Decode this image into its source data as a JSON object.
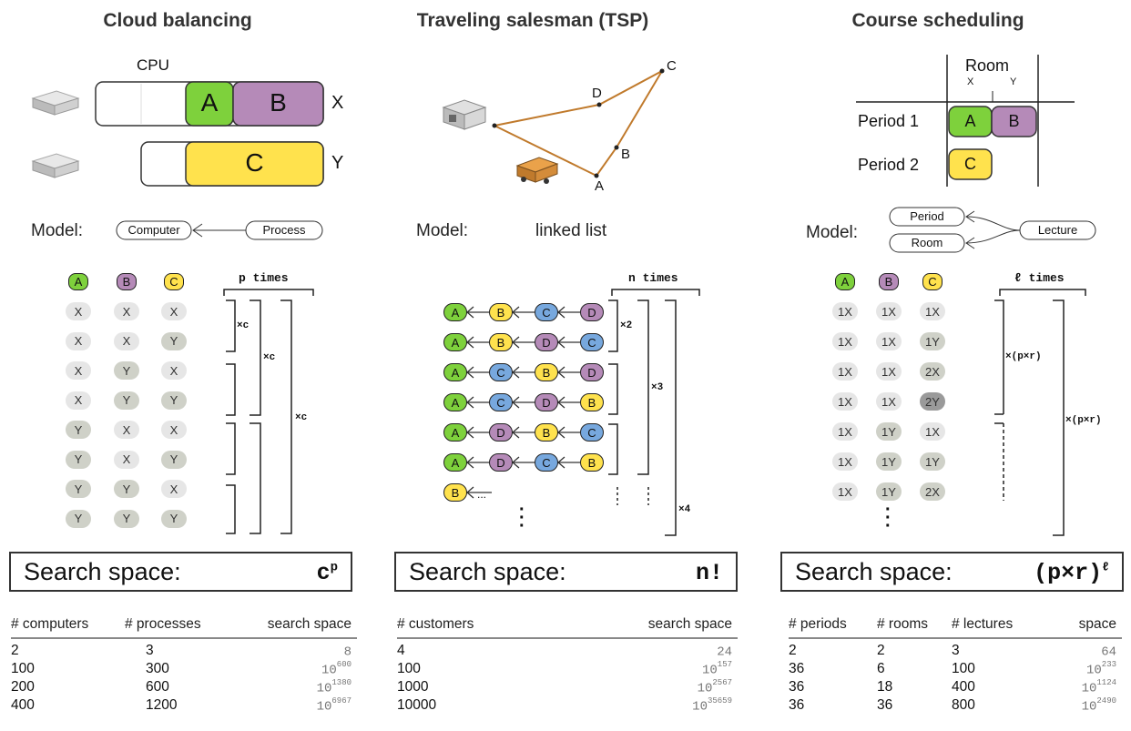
{
  "panels": [
    {
      "title": "Cloud balancing",
      "model_label": "Model:",
      "model_nodes": [
        "Computer",
        "Process"
      ],
      "header_chips": [
        "A",
        "B",
        "C"
      ],
      "rows": [
        [
          "X",
          "X",
          "X"
        ],
        [
          "X",
          "X",
          "Y"
        ],
        [
          "X",
          "Y",
          "X"
        ],
        [
          "X",
          "Y",
          "Y"
        ],
        [
          "Y",
          "X",
          "X"
        ],
        [
          "Y",
          "X",
          "Y"
        ],
        [
          "Y",
          "Y",
          "X"
        ],
        [
          "Y",
          "Y",
          "Y"
        ]
      ],
      "times_label": "p times",
      "bracket_labels": [
        "×c",
        "×c",
        "×c"
      ],
      "search_label": "Search space:",
      "search_formula_base": "c",
      "search_formula_exp": "p",
      "table": {
        "headers": [
          "# computers",
          "# processes",
          "search space"
        ],
        "rows": [
          [
            "2",
            "3",
            "8",
            ""
          ],
          [
            "100",
            "300",
            "10",
            "600"
          ],
          [
            "200",
            "600",
            "10",
            "1380"
          ],
          [
            "400",
            "1200",
            "10",
            "6967"
          ]
        ]
      },
      "diagram": {
        "cpu_label": "CPU",
        "rows": [
          {
            "name": "X",
            "processes": [
              "A",
              "B"
            ]
          },
          {
            "name": "Y",
            "processes": [
              "C"
            ]
          }
        ]
      }
    },
    {
      "title": "Traveling salesman (TSP)",
      "model_label": "Model:",
      "model_text": "linked list",
      "chains": [
        [
          "A",
          "B",
          "C",
          "D"
        ],
        [
          "A",
          "B",
          "D",
          "C"
        ],
        [
          "A",
          "C",
          "B",
          "D"
        ],
        [
          "A",
          "C",
          "D",
          "B"
        ],
        [
          "A",
          "D",
          "B",
          "C"
        ],
        [
          "A",
          "D",
          "C",
          "B"
        ]
      ],
      "partial_chain": "B",
      "ellipsis": "...",
      "times_label": "n times",
      "bracket_labels": [
        "×2",
        "×3",
        "×4"
      ],
      "search_label": "Search space:",
      "search_formula": "n!",
      "table": {
        "headers": [
          "# customers",
          "search space"
        ],
        "rows": [
          [
            "4",
            "24",
            ""
          ],
          [
            "100",
            "10",
            "157"
          ],
          [
            "1000",
            "10",
            "2567"
          ],
          [
            "10000",
            "10",
            "35659"
          ]
        ]
      },
      "diagram": {
        "points": [
          "A",
          "B",
          "C",
          "D"
        ]
      }
    },
    {
      "title": "Course scheduling",
      "model_label": "Model:",
      "model_nodes": [
        "Period",
        "Room",
        "Lecture"
      ],
      "header_chips": [
        "A",
        "B",
        "C"
      ],
      "rows": [
        [
          "1X",
          "1X",
          "1X"
        ],
        [
          "1X",
          "1X",
          "1Y"
        ],
        [
          "1X",
          "1X",
          "2X"
        ],
        [
          "1X",
          "1X",
          "2Y"
        ],
        [
          "1X",
          "1Y",
          "1X"
        ],
        [
          "1X",
          "1Y",
          "1Y"
        ],
        [
          "1X",
          "1Y",
          "2X"
        ]
      ],
      "times_label": "ℓ times",
      "bracket_labels": [
        "×(p×r)",
        "×(p×r)"
      ],
      "search_label": "Search space:",
      "search_formula_base": "(p×r)",
      "search_formula_exp": "ℓ",
      "table": {
        "headers": [
          "# periods",
          "# rooms",
          "# lectures",
          "space"
        ],
        "rows": [
          [
            "2",
            "2",
            "3",
            "64",
            ""
          ],
          [
            "36",
            "6",
            "100",
            "10",
            "233"
          ],
          [
            "36",
            "18",
            "400",
            "10",
            "1124"
          ],
          [
            "36",
            "36",
            "800",
            "10",
            "2490"
          ]
        ]
      },
      "diagram": {
        "room_label": "Room",
        "room_cols": [
          "X",
          "Y"
        ],
        "periods": [
          {
            "label": "Period 1",
            "lectures": [
              "A",
              "B"
            ]
          },
          {
            "label": "Period 2",
            "lectures": [
              "C"
            ]
          }
        ]
      }
    }
  ],
  "colors": {
    "A": "#7ed13c",
    "B": "#b58ab8",
    "C": "#ffe24d",
    "D": "#b58ab8",
    "Cblue": "#77a8de",
    "truck_route": "#c07a2c"
  }
}
